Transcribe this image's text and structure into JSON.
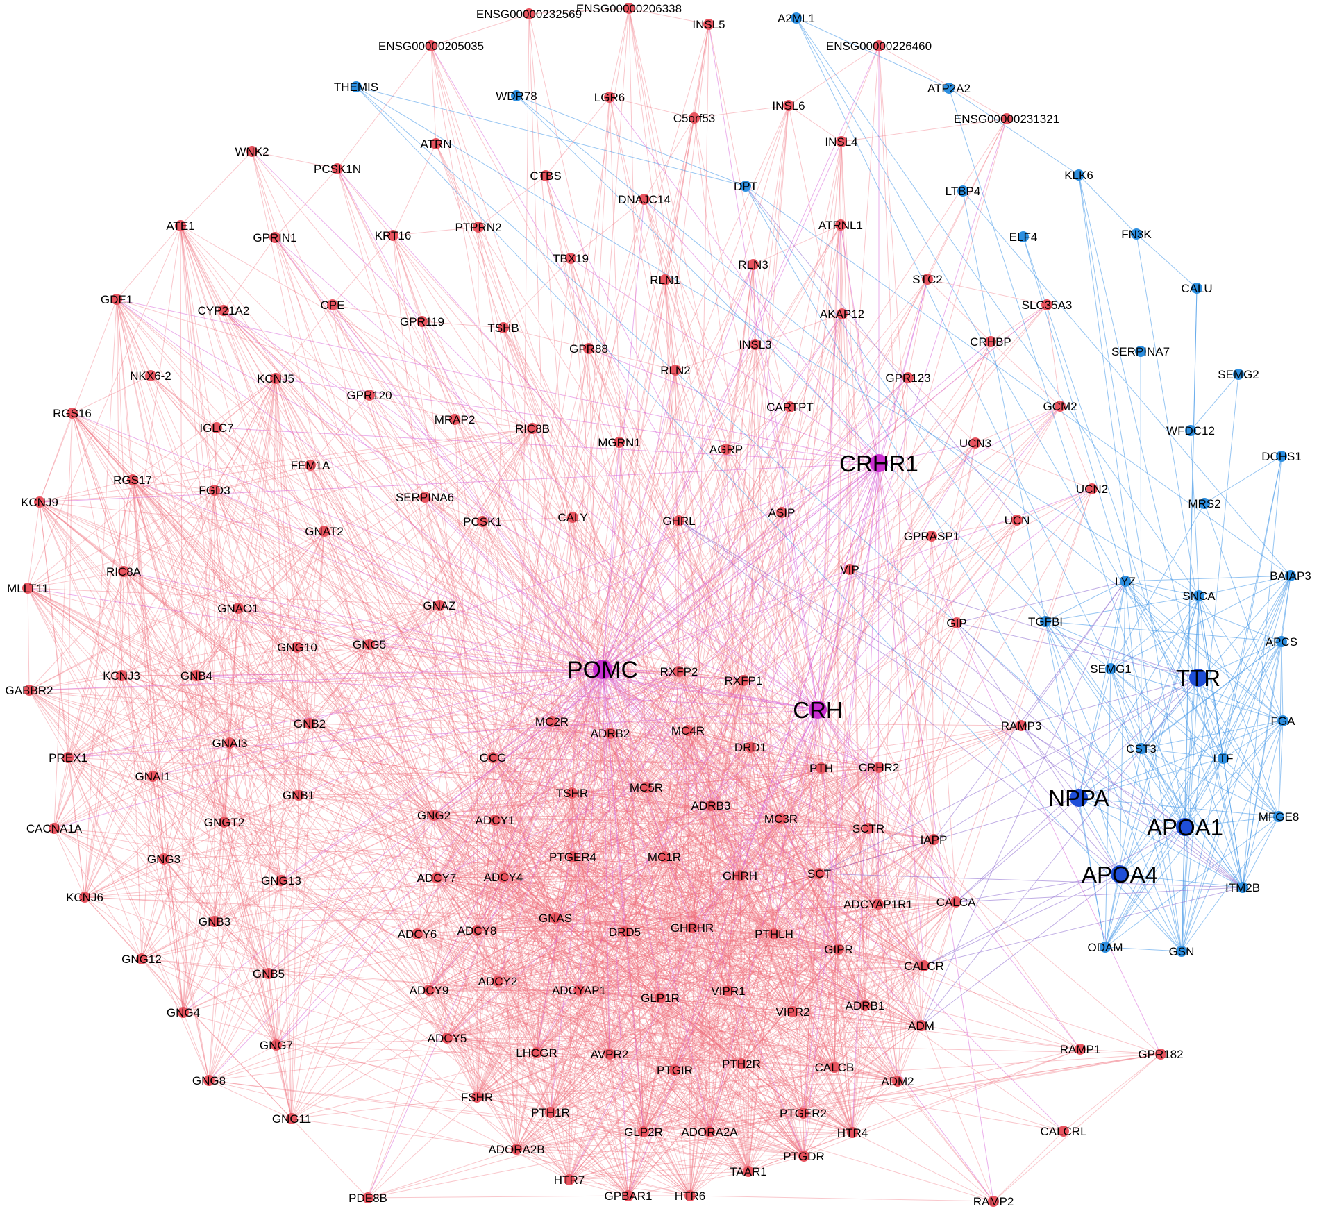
{
  "colors": {
    "red_node": "#e8545f",
    "red_edge": "#ef6b78",
    "magenta_node": "#c92fd0",
    "magenta_edge": "#d75fd8",
    "blue_node": "#2d8fe0",
    "dark_blue_node": "#1f4fd8",
    "blue_edge": "#3f96e8",
    "purple_edge": "#8c6ad0"
  },
  "nodes": [
    {
      "id": "ENSG00000232569",
      "group": "red"
    },
    {
      "id": "ENSG00000206338",
      "group": "red"
    },
    {
      "id": "ENSG00000205035",
      "group": "red"
    },
    {
      "id": "INSL5",
      "group": "red"
    },
    {
      "id": "A2ML1",
      "group": "blue"
    },
    {
      "id": "ENSG00000226460",
      "group": "red"
    },
    {
      "id": "THEMIS",
      "group": "blue"
    },
    {
      "id": "WDR78",
      "group": "blue"
    },
    {
      "id": "LGR6",
      "group": "red"
    },
    {
      "id": "C5orf53",
      "group": "red"
    },
    {
      "id": "INSL6",
      "group": "red"
    },
    {
      "id": "ATP2A2",
      "group": "blue"
    },
    {
      "id": "ENSG00000231321",
      "group": "red"
    },
    {
      "id": "INSL4",
      "group": "red"
    },
    {
      "id": "WNK2",
      "group": "red"
    },
    {
      "id": "PCSK1N",
      "group": "red"
    },
    {
      "id": "ATRN",
      "group": "red"
    },
    {
      "id": "CTBS",
      "group": "red"
    },
    {
      "id": "DNAJC14",
      "group": "red"
    },
    {
      "id": "DPT",
      "group": "blue"
    },
    {
      "id": "KLK6",
      "group": "blue"
    },
    {
      "id": "LTBP4",
      "group": "blue"
    },
    {
      "id": "ATE1",
      "group": "red"
    },
    {
      "id": "GPRIN1",
      "group": "red"
    },
    {
      "id": "KRT16",
      "group": "red"
    },
    {
      "id": "PTPRN2",
      "group": "red"
    },
    {
      "id": "ATRNL1",
      "group": "red"
    },
    {
      "id": "ELF4",
      "group": "blue"
    },
    {
      "id": "FN3K",
      "group": "blue"
    },
    {
      "id": "TBX19",
      "group": "red"
    },
    {
      "id": "RLN1",
      "group": "red"
    },
    {
      "id": "RLN3",
      "group": "red"
    },
    {
      "id": "STC2",
      "group": "red"
    },
    {
      "id": "CALU",
      "group": "blue"
    },
    {
      "id": "GDE1",
      "group": "red"
    },
    {
      "id": "CYP21A2",
      "group": "red"
    },
    {
      "id": "CPE",
      "group": "red"
    },
    {
      "id": "GPR119",
      "group": "red"
    },
    {
      "id": "TSHB",
      "group": "red"
    },
    {
      "id": "SLC35A3",
      "group": "red"
    },
    {
      "id": "AKAP12",
      "group": "red"
    },
    {
      "id": "GPR88",
      "group": "red"
    },
    {
      "id": "INSL3",
      "group": "red"
    },
    {
      "id": "CRHBP",
      "group": "red"
    },
    {
      "id": "SERPINA7",
      "group": "blue"
    },
    {
      "id": "NKX6-2",
      "group": "red"
    },
    {
      "id": "KCNJ5",
      "group": "red"
    },
    {
      "id": "RLN2",
      "group": "red"
    },
    {
      "id": "GPR123",
      "group": "red"
    },
    {
      "id": "SEMG2",
      "group": "blue"
    },
    {
      "id": "RGS16",
      "group": "red"
    },
    {
      "id": "GPR120",
      "group": "red"
    },
    {
      "id": "CARTPT",
      "group": "red"
    },
    {
      "id": "GCM2",
      "group": "red"
    },
    {
      "id": "IGLC7",
      "group": "red"
    },
    {
      "id": "MRAP2",
      "group": "red"
    },
    {
      "id": "RIC8B",
      "group": "red"
    },
    {
      "id": "WFDC12",
      "group": "blue"
    },
    {
      "id": "MGRN1",
      "group": "red"
    },
    {
      "id": "AGRP",
      "group": "red"
    },
    {
      "id": "UCN3",
      "group": "red"
    },
    {
      "id": "DCHS1",
      "group": "blue"
    },
    {
      "id": "CRHR1",
      "group": "magenta"
    },
    {
      "id": "FEM1A",
      "group": "red"
    },
    {
      "id": "RGS17",
      "group": "red"
    },
    {
      "id": "KCNJ9",
      "group": "red"
    },
    {
      "id": "FGD3",
      "group": "red"
    },
    {
      "id": "SERPINA6",
      "group": "red"
    },
    {
      "id": "UCN2",
      "group": "red"
    },
    {
      "id": "PCSK1",
      "group": "red"
    },
    {
      "id": "CALY",
      "group": "red"
    },
    {
      "id": "GHRL",
      "group": "red"
    },
    {
      "id": "ASIP",
      "group": "red"
    },
    {
      "id": "UCN",
      "group": "red"
    },
    {
      "id": "MRS2",
      "group": "blue"
    },
    {
      "id": "GPRASP1",
      "group": "red"
    },
    {
      "id": "GNAT2",
      "group": "red"
    },
    {
      "id": "RIC8A",
      "group": "red"
    },
    {
      "id": "BAIAP3",
      "group": "blue"
    },
    {
      "id": "MLLT11",
      "group": "red"
    },
    {
      "id": "VIP",
      "group": "red"
    },
    {
      "id": "LYZ",
      "group": "blue"
    },
    {
      "id": "GNAO1",
      "group": "red"
    },
    {
      "id": "GNAZ",
      "group": "red"
    },
    {
      "id": "SNCA",
      "group": "blue"
    },
    {
      "id": "GIP",
      "group": "red"
    },
    {
      "id": "TGFBI",
      "group": "blue"
    },
    {
      "id": "GNG10",
      "group": "red"
    },
    {
      "id": "GNG5",
      "group": "red"
    },
    {
      "id": "APCS",
      "group": "blue"
    },
    {
      "id": "GABBR2",
      "group": "red"
    },
    {
      "id": "POMC",
      "group": "magenta"
    },
    {
      "id": "KCNJ3",
      "group": "red"
    },
    {
      "id": "GNB4",
      "group": "red"
    },
    {
      "id": "RXFP2",
      "group": "red"
    },
    {
      "id": "SEMG1",
      "group": "blue"
    },
    {
      "id": "RXFP1",
      "group": "red"
    },
    {
      "id": "TTR",
      "group": "darkblue"
    },
    {
      "id": "CRH",
      "group": "magenta"
    },
    {
      "id": "GNB2",
      "group": "red"
    },
    {
      "id": "RAMP3",
      "group": "red"
    },
    {
      "id": "FGA",
      "group": "blue"
    },
    {
      "id": "MC2R",
      "group": "red"
    },
    {
      "id": "MC4R",
      "group": "red"
    },
    {
      "id": "ADRB2",
      "group": "red"
    },
    {
      "id": "DRD1",
      "group": "red"
    },
    {
      "id": "GNAI3",
      "group": "red"
    },
    {
      "id": "CST3",
      "group": "blue"
    },
    {
      "id": "PREX1",
      "group": "red"
    },
    {
      "id": "GCG",
      "group": "red"
    },
    {
      "id": "LTF",
      "group": "blue"
    },
    {
      "id": "PTH",
      "group": "red"
    },
    {
      "id": "CRHR2",
      "group": "red"
    },
    {
      "id": "GNAI1",
      "group": "red"
    },
    {
      "id": "TSHR",
      "group": "red"
    },
    {
      "id": "MC5R",
      "group": "red"
    },
    {
      "id": "NPPA",
      "group": "darkblue"
    },
    {
      "id": "GNB1",
      "group": "red"
    },
    {
      "id": "ADRB3",
      "group": "red"
    },
    {
      "id": "CACNA1A",
      "group": "red"
    },
    {
      "id": "GNGT2",
      "group": "red"
    },
    {
      "id": "GNG2",
      "group": "red"
    },
    {
      "id": "ADCY1",
      "group": "red"
    },
    {
      "id": "MC3R",
      "group": "red"
    },
    {
      "id": "MFGE8",
      "group": "blue"
    },
    {
      "id": "SCTR",
      "group": "red"
    },
    {
      "id": "IAPP",
      "group": "red"
    },
    {
      "id": "APOA1",
      "group": "darkblue"
    },
    {
      "id": "PTGER4",
      "group": "red"
    },
    {
      "id": "MC1R",
      "group": "red"
    },
    {
      "id": "GNG3",
      "group": "red"
    },
    {
      "id": "GNG13",
      "group": "red"
    },
    {
      "id": "ADCY7",
      "group": "red"
    },
    {
      "id": "ADCY4",
      "group": "red"
    },
    {
      "id": "GHRH",
      "group": "red"
    },
    {
      "id": "SCT",
      "group": "red"
    },
    {
      "id": "APOA4",
      "group": "darkblue"
    },
    {
      "id": "ITM2B",
      "group": "blue"
    },
    {
      "id": "KCNJ6",
      "group": "red"
    },
    {
      "id": "ADCYAP1R1",
      "group": "red"
    },
    {
      "id": "CALCA",
      "group": "red"
    },
    {
      "id": "GNB3",
      "group": "red"
    },
    {
      "id": "GNAS",
      "group": "red"
    },
    {
      "id": "ADCY6",
      "group": "red"
    },
    {
      "id": "ADCY8",
      "group": "red"
    },
    {
      "id": "DRD5",
      "group": "red"
    },
    {
      "id": "GHRHR",
      "group": "red"
    },
    {
      "id": "PTHLH",
      "group": "red"
    },
    {
      "id": "GIPR",
      "group": "red"
    },
    {
      "id": "ODAM",
      "group": "blue"
    },
    {
      "id": "GSN",
      "group": "blue"
    },
    {
      "id": "GNG12",
      "group": "red"
    },
    {
      "id": "GNB5",
      "group": "red"
    },
    {
      "id": "CALCR",
      "group": "red"
    },
    {
      "id": "ADCY2",
      "group": "red"
    },
    {
      "id": "ADCYAP1",
      "group": "red"
    },
    {
      "id": "VIPR1",
      "group": "red"
    },
    {
      "id": "GLP1R",
      "group": "red"
    },
    {
      "id": "ADCY9",
      "group": "red"
    },
    {
      "id": "ADRB1",
      "group": "red"
    },
    {
      "id": "VIPR2",
      "group": "red"
    },
    {
      "id": "GNG4",
      "group": "red"
    },
    {
      "id": "ADM",
      "group": "red"
    },
    {
      "id": "ADCY5",
      "group": "red"
    },
    {
      "id": "GNG7",
      "group": "red"
    },
    {
      "id": "RAMP1",
      "group": "red"
    },
    {
      "id": "GPR182",
      "group": "red"
    },
    {
      "id": "LHCGR",
      "group": "red"
    },
    {
      "id": "AVPR2",
      "group": "red"
    },
    {
      "id": "PTH2R",
      "group": "red"
    },
    {
      "id": "PTGIR",
      "group": "red"
    },
    {
      "id": "CALCB",
      "group": "red"
    },
    {
      "id": "ADM2",
      "group": "red"
    },
    {
      "id": "GNG8",
      "group": "red"
    },
    {
      "id": "FSHR",
      "group": "red"
    },
    {
      "id": "GNG11",
      "group": "red"
    },
    {
      "id": "PTH1R",
      "group": "red"
    },
    {
      "id": "PTGER2",
      "group": "red"
    },
    {
      "id": "GLP2R",
      "group": "red"
    },
    {
      "id": "ADORA2A",
      "group": "red"
    },
    {
      "id": "HTR4",
      "group": "red"
    },
    {
      "id": "CALCRL",
      "group": "red"
    },
    {
      "id": "ADORA2B",
      "group": "red"
    },
    {
      "id": "PTGDR",
      "group": "red"
    },
    {
      "id": "HTR7",
      "group": "red"
    },
    {
      "id": "TAAR1",
      "group": "red"
    },
    {
      "id": "GPBAR1",
      "group": "red"
    },
    {
      "id": "HTR6",
      "group": "red"
    },
    {
      "id": "PDE8B",
      "group": "red"
    },
    {
      "id": "RAMP2",
      "group": "red"
    }
  ]
}
